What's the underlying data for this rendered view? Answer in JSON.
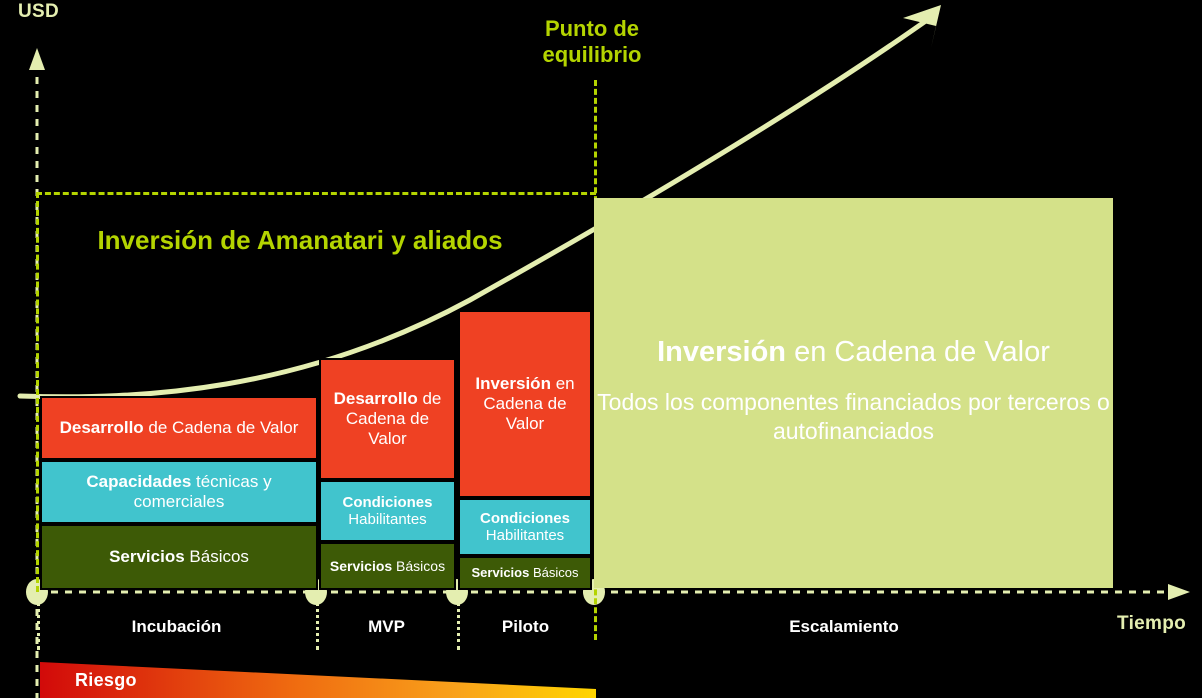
{
  "axes": {
    "y_label": "USD",
    "x_label": "Tiempo",
    "y_color": "#e4eeb0",
    "x_color": "#e4eeb0"
  },
  "annotations": {
    "breakeven": "Punto de\nequilibrio",
    "breakeven_line1": "Punto de",
    "breakeven_line2": "equilibrio",
    "breakeven_color": "#b4d400",
    "investment_title": "Inversión de Amanatari y aliados",
    "investment_color": "#b4d400"
  },
  "colors": {
    "background": "#000000",
    "red": "#ef4123",
    "cyan": "#41c4cd",
    "olive": "#3d5a06",
    "light_green_panel": "#d4e189",
    "curve": "#e4eeb0",
    "accent_green": "#b4d400",
    "risk_start": "#d20a0a",
    "risk_end": "#ffd500"
  },
  "stages": [
    {
      "name": "Incubación",
      "layers": [
        {
          "lead": "Desarrollo",
          "rest": " de Cadena de Valor",
          "color": "red",
          "font_size": 17
        },
        {
          "lead": "Capacidades",
          "rest": " técnicas y comerciales",
          "color": "cyan",
          "font_size": 17
        },
        {
          "lead": "Servicios",
          "rest": " Básicos",
          "color": "olive",
          "font_size": 17
        }
      ]
    },
    {
      "name": "MVP",
      "layers": [
        {
          "lead": "Desarrollo",
          "rest": " de Cadena de Valor",
          "color": "red",
          "font_size": 17
        },
        {
          "lead": "Condiciones",
          "rest": " Habilitantes",
          "color": "cyan",
          "font_size": 15
        },
        {
          "lead": "Servicios",
          "rest": " Básicos",
          "color": "olive",
          "font_size": 14
        }
      ]
    },
    {
      "name": "Piloto",
      "layers": [
        {
          "lead": "Inversión",
          "rest": " en Cadena de Valor",
          "color": "red",
          "font_size": 17
        },
        {
          "lead": "Condiciones",
          "rest": " Habilitantes",
          "color": "cyan",
          "font_size": 15
        },
        {
          "lead": "Servicios",
          "rest": " Básicos",
          "color": "olive",
          "font_size": 13
        }
      ]
    },
    {
      "name": "Escalamiento",
      "layers": []
    }
  ],
  "scale_panel": {
    "title_lead": "Inversión",
    "title_rest": " en Cadena de Valor",
    "subtitle": "Todos los componentes financiados por terceros o autofinanciados"
  },
  "risk": {
    "label": "Riesgo"
  },
  "chart_data": {
    "type": "bar",
    "title": "Inversión de Amanatari y aliados",
    "xlabel": "Tiempo",
    "ylabel": "USD",
    "categories": [
      "Incubación",
      "MVP",
      "Piloto",
      "Escalamiento"
    ],
    "series": [
      {
        "name": "Servicios Básicos / Condiciones Habilitantes base",
        "values": [
          61,
          39,
          29,
          0
        ]
      },
      {
        "name": "Capacidades técnicas y comerciales / Condiciones Habilitantes",
        "values": [
          61,
          53,
          55,
          0
        ]
      },
      {
        "name": "Desarrollo / Inversión en Cadena de Valor",
        "values": [
          60,
          110,
          186,
          0
        ]
      }
    ],
    "totals": [
      182,
      202,
      270,
      390
    ],
    "legend": [
      "Servicios Básicos",
      "Condiciones Habilitantes",
      "Inversión en Cadena de Valor"
    ],
    "annotations": [
      "Punto de equilibrio",
      "Inversión de Amanatari y aliados",
      "Riesgo"
    ],
    "grid": false,
    "legend_position": "none"
  }
}
